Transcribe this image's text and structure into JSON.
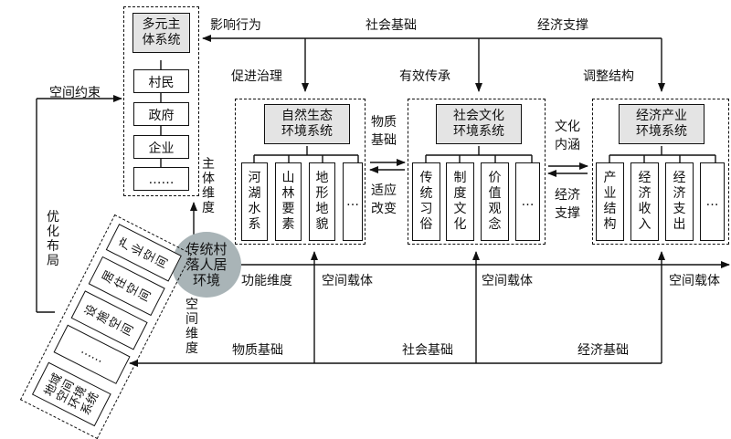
{
  "top_labels": {
    "influence_behavior": "影响行为",
    "social_foundation": "社会基础",
    "economic_support": "经济支撑",
    "promote_governance": "促进治理",
    "effective_inheritance": "有效传承",
    "adjust_structure": "调整结构"
  },
  "subject_system": {
    "title_line1": "多元主",
    "title_line2": "体系统",
    "items": [
      "村民",
      "政府",
      "企业",
      "……"
    ]
  },
  "ecology_system": {
    "title_line1": "自然生态",
    "title_line2": "环境系统",
    "items": [
      "河湖水系",
      "山林要素",
      "地形地貌",
      "…"
    ]
  },
  "culture_system": {
    "title_line1": "社会文化",
    "title_line2": "环境系统",
    "items": [
      "传统习俗",
      "制度文化",
      "价值观念",
      "…"
    ]
  },
  "economy_system": {
    "title_line1": "经济产业",
    "title_line2": "环境系统",
    "items": [
      "产业结构",
      "经济收入",
      "经济支出",
      "…"
    ]
  },
  "link_labels": {
    "material_base_1": "物质",
    "material_base_2": "基础",
    "adapt_1": "适应",
    "adapt_2": "改变",
    "cultural_1": "文化",
    "cultural_2": "内涵",
    "econ_support_1": "经济",
    "econ_support_2": "支撑"
  },
  "side_labels": {
    "space_constraint": "空间约束",
    "optimize_layout": "优化布局",
    "subject_dimension": "主体维度",
    "function_dimension": "功能维度",
    "space_dimension": "空间维度"
  },
  "center": {
    "line1": "传统村",
    "line2": "落人居",
    "line3": "环境"
  },
  "carrier_labels": {
    "c1": "空间载体",
    "c2": "空间载体",
    "c3": "空间载体"
  },
  "bottom_labels": {
    "material_foundation": "物质基础",
    "social_foundation": "社会基础",
    "economic_foundation": "经济基础"
  },
  "spatial_system": {
    "items": [
      "产业空间",
      "居住空间",
      "设施空间",
      "……"
    ],
    "title": "地域空间环境系统"
  }
}
